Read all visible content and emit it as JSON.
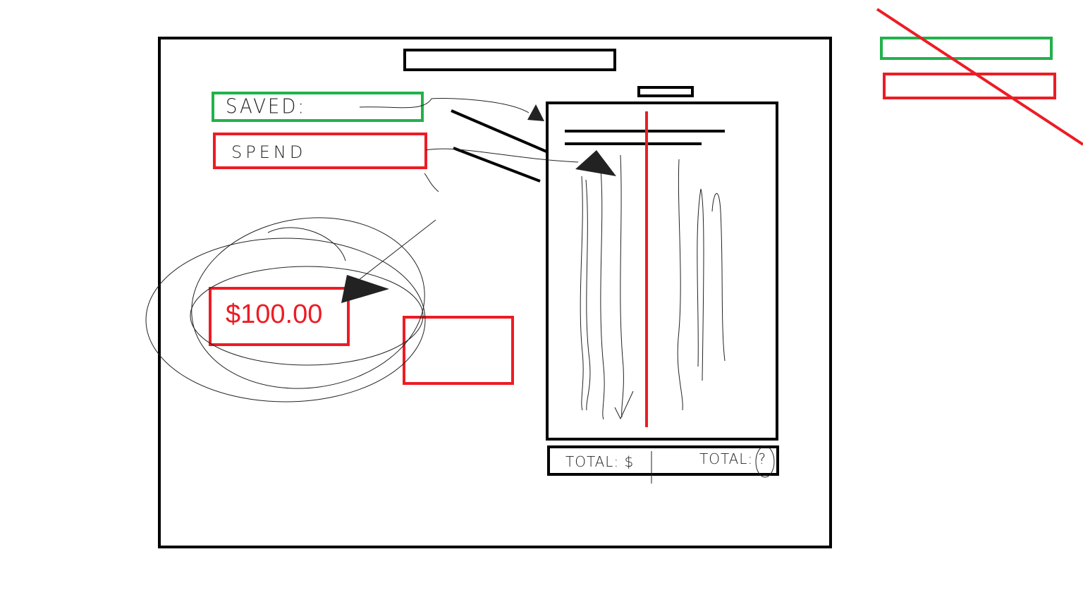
{
  "saved": {
    "label": "SAVED:"
  },
  "spend": {
    "label": "SPEND"
  },
  "amount": {
    "value": "$100.00"
  },
  "totals": {
    "left_label": "TOTAL: $",
    "right_label": "TOTAL: ?"
  },
  "colors": {
    "saved": "#22b14c",
    "spend": "#ed1c24",
    "outline": "#000000"
  },
  "icons": {
    "pointer": "arrow-icon",
    "strike": "cross-out-line"
  }
}
